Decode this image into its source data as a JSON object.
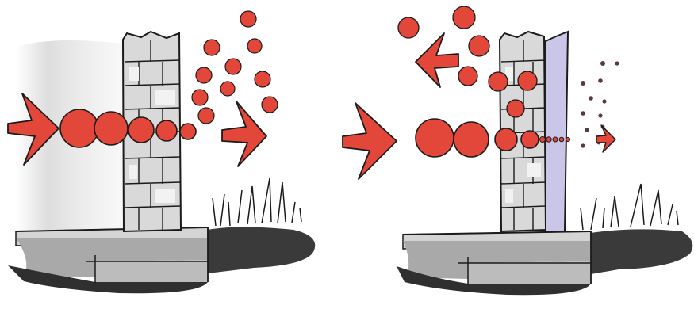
{
  "figure": {
    "panels": [
      {
        "id": "left",
        "wall": "masonry-wall",
        "barrier_layer": false,
        "ground": "ground-section"
      },
      {
        "id": "right",
        "wall": "masonry-wall",
        "barrier_layer": true,
        "ground": "ground-section"
      }
    ],
    "colors": {
      "particle": "#e2473a",
      "arrow": "#e2473a",
      "outline": "#1b1b1b",
      "barrier": "#c9c6e8",
      "ground_dark": "#3c3c3c",
      "ground_light": "#b4b4b4",
      "wall_fill": "#d9d9d9"
    },
    "icons": [
      "arrow-right-icon",
      "arrow-left-icon",
      "particle-icon",
      "grass-icon"
    ]
  }
}
